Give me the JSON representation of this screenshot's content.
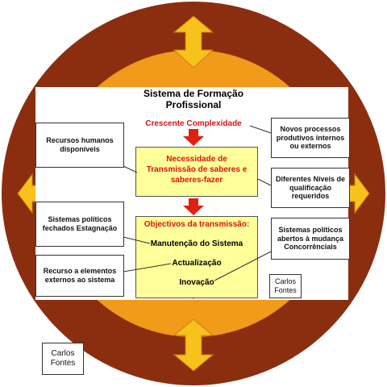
{
  "diagram": {
    "title_line1": "Sistema de Formação",
    "title_line2": "Profissional",
    "complexity_label": "Crescente Complexidade",
    "center_top_lines": [
      "Necessidade de",
      "Transmissão de saberes e",
      "saberes-fazer"
    ],
    "objectives_heading": "Objectivos da transmissão:",
    "objectives": {
      "item1": "Manutenção do Sistema",
      "item2": "Actualização",
      "item3": "Inovação"
    },
    "left_boxes": {
      "box1": "Recursos humanos disponíveis",
      "box2": "Sistemas políticos fechados Estagnação",
      "box3": "Recurso a elementos externos ao sistema"
    },
    "right_boxes": {
      "box1": "Novos processos produtivos internos ou externos",
      "box2": "Diferentes Níveis de qualificação requeridos",
      "box3": "Sistemas políticos abertos à mudança Concorrênciais"
    },
    "author_inner": "Carlos Fontes",
    "author_outer": "Carlos Fontes"
  },
  "colors": {
    "outer_ring": "#8b2e10",
    "inner_disc": "#f29a1a",
    "arrow_fill": "#f7c21b",
    "red_arrow": "#e02010",
    "red_text": "#e01010",
    "yellow_box": "#ffff99"
  },
  "icons": {
    "arrows": "double-headed-arrow-icon",
    "flow": "down-arrow-icon"
  }
}
